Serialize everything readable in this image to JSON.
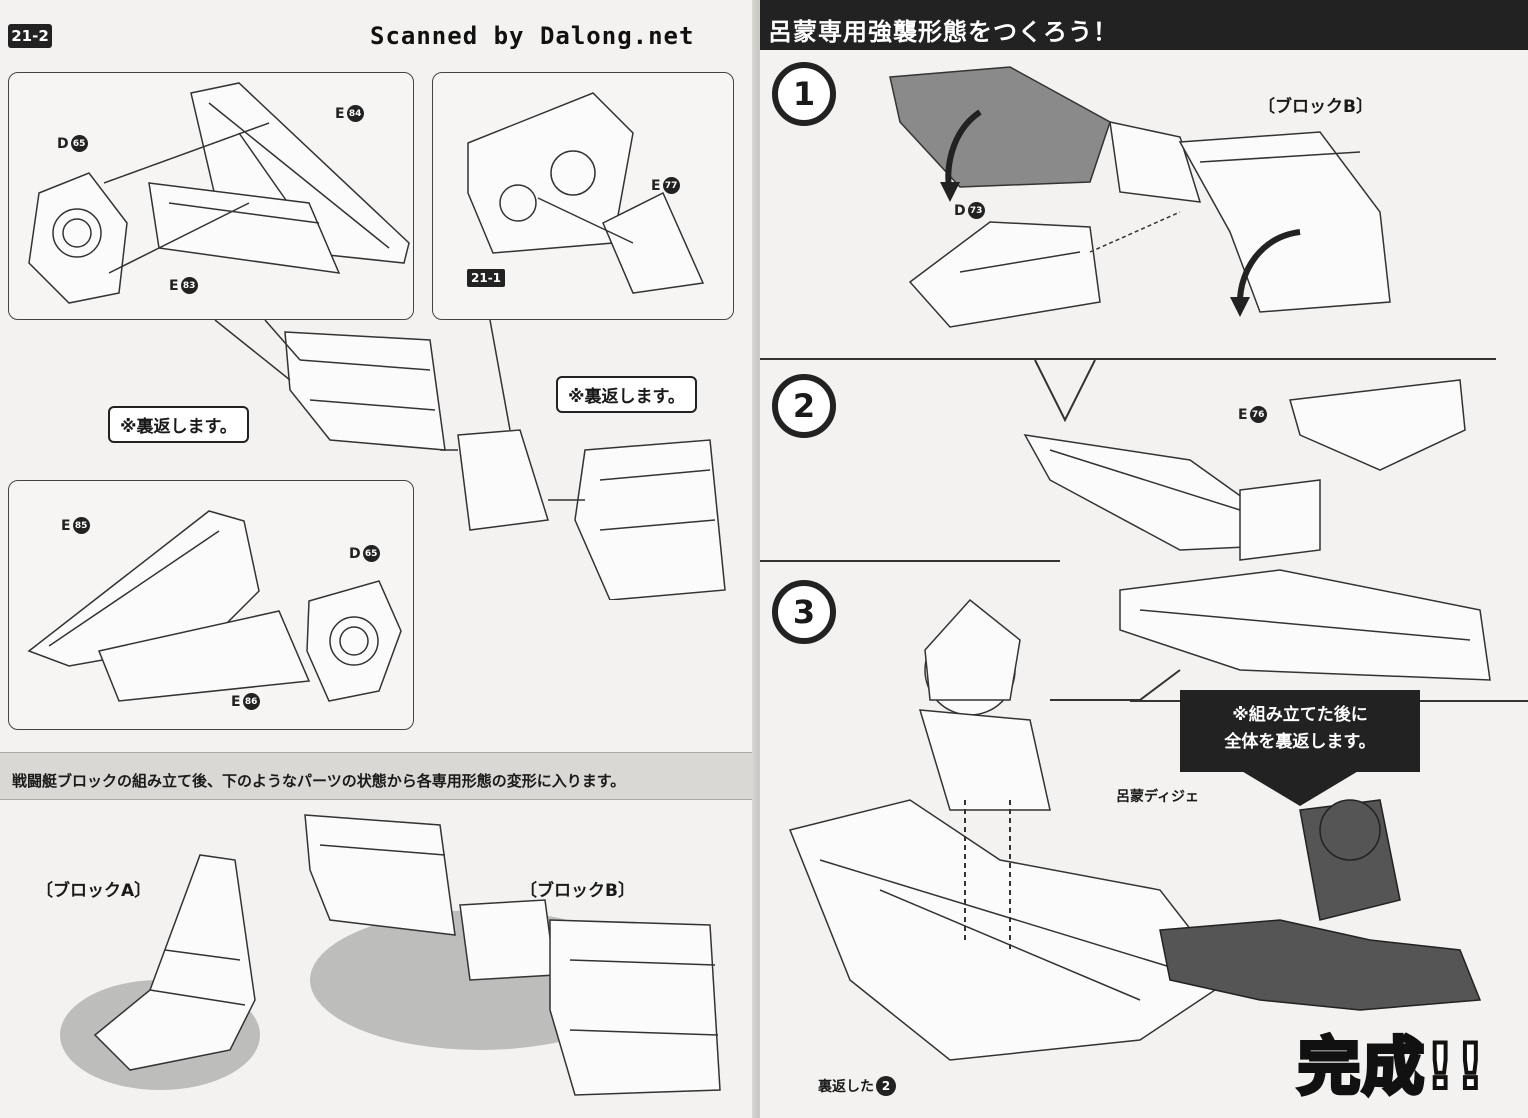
{
  "left_page": {
    "step_badge": "21-2",
    "scan_credit": "Scanned by Dalong.net",
    "panel_top_left": {
      "labels": [
        {
          "letter": "D",
          "num": "65"
        },
        {
          "letter": "E",
          "num": "84"
        },
        {
          "letter": "E",
          "num": "83"
        }
      ]
    },
    "panel_top_right": {
      "labels": [
        {
          "letter": "E",
          "num": "77"
        }
      ],
      "step_tag": "21-1"
    },
    "panel_bottom_left": {
      "labels": [
        {
          "letter": "E",
          "num": "85"
        },
        {
          "letter": "D",
          "num": "65"
        },
        {
          "letter": "E",
          "num": "86"
        }
      ]
    },
    "callout_flip_left": "※裏返します。",
    "callout_flip_right": "※裏返します。",
    "band_text": "戦闘艇ブロックの組み立て後、下のようなパーツの状態から各専用形態の変形に入ります。",
    "block_a_label": "〔ブロックA〕",
    "block_b_label": "〔ブロックB〕"
  },
  "right_page": {
    "title": "呂蒙専用強襲形態をつくろう！",
    "steps": [
      {
        "num": "1",
        "block_label": "〔ブロックB〕",
        "part": {
          "letter": "D",
          "num": "73"
        }
      },
      {
        "num": "2",
        "part": {
          "letter": "E",
          "num": "76"
        }
      },
      {
        "num": "3",
        "figure_label": "呂蒙ディジェ",
        "flipped_label": "裏返した",
        "flipped_ref": "2"
      }
    ],
    "flip_callout_line1": "※組み立てた後に",
    "flip_callout_line2": "全体を裏返します。",
    "complete_text": "完成!!"
  }
}
